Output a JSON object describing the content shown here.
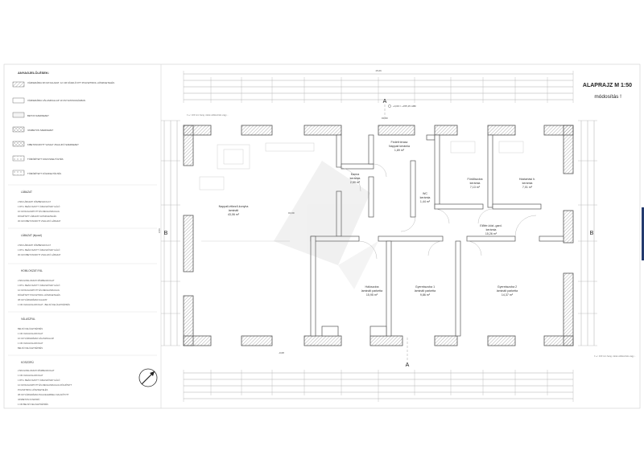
{
  "title_block": {
    "plan_title": "ALAPRAJZ  M 1:50",
    "revision": "módosítás !"
  },
  "legend": {
    "header": "ANYAGJELÖLÉSEK:",
    "items": [
      {
        "label": "VÁZKERÁMIA 38 CM FALAZAT, 12 CM KÁSZLÓ DTT POLISZTIROL HŐSZIGETELÉS"
      },
      {
        "label": "VÁZKERÁMIA VÁLASZFALLAP 10 CM VASTAGSÁGBAN"
      },
      {
        "label": "BETON SZERKEZET"
      },
      {
        "label": "VASBETON SZERKEZET"
      },
      {
        "label": "KIBETONOZOTT VASALT ZSALUKŐ SZERKEZET"
      },
      {
        "label": "TÖMÖRÍTETT KAVICSFELTÖLTÉS"
      },
      {
        "label": "TÖMÖRÍTETT FÖLDFELTÖLTÉS"
      }
    ]
  },
  "layers": [
    {
      "title": "LÁBAZAT",
      "lines": [
        "2 MM LÁBAZATI DÍSZBEVAKOLAT",
        "1 RTG. BEÁGYAZOTT ÜVEGSZÖVET HÁLÓ",
        "10 CM RAGASZTOTT ÉS MECHANIKAILAG",
        "RÖGZÍTETT LÁBAZATI HŐSZIGETELÉS",
        "30 CM KIBETONOZOTT ZSALUKŐ LÁBAZAT"
      ]
    },
    {
      "title": "LÁBAZAT (lépcső)",
      "lines": [
        "2 MM LÁBAZATI DÍSZBEVAKOLAT",
        "1 RTG. BEÁGYAZOTT ÜVEGSZÖVET HÁLÓ",
        "30 CM KIBETONOZOTT ZSALUKŐ LÁBAZAT"
      ]
    },
    {
      "title": "HOMLOKZATI FAL",
      "lines": [
        "2 MM HOMLOKZATI DÍSZBEVAKOLAT",
        "1 RTG. BEÁGYAZOTT ÜVEGSZÖVET HÁLÓ",
        "12 CM RAGASZTOTT ÉS MECHANIKAILAG",
        "RÖGZÍTETT POLISZTIROL HŐSZIGETELÉS",
        "38 CM VÁZKERÁMIA FALAZAT",
        "1 CM OLDALFALVAKOLAT - BELSŐ FELÜLETKÉPZÉS"
      ]
    },
    {
      "title": "VÁLASZFAL",
      "lines": [
        "BELSŐ FELÜLETKÉPZÉS",
        "1 CM OLDALFALVAKOLAT",
        "10 CM VÁZKERÁMIA VÁLASZFALLAP",
        "1 CM OLDALFALVAKOLAT",
        "BELSŐ FELÜLETKÉPZÉS"
      ]
    },
    {
      "title": "KOSZORÚ",
      "lines": [
        "2 MM HOMLOKZATI DÍSZBEVAKOLAT",
        "1 CM OLDALFALVAKOLAT",
        "1 RTG. BEÁGYAZOTT ÜVEGSZÖVET HÁLÓ",
        "12 CM RAGASZTOTT ÉS MECHANIKAILAG RÖGZÍTETT",
        "POLISZTIROL HŐSZIGETELÉS",
        "38 CM VÁZKERÁMIA ZSALUELEMMEL KIALAKÍTOTT",
        "VASBETON KOSZORÚ",
        "1 CM BELSŐ FELÜLETKÉPZÉS"
      ]
    }
  ],
  "rooms": [
    {
      "name": "Nappali-étkező-konyha",
      "finish": "laminált",
      "area": "43,06 m²"
    },
    {
      "name": "Kamra",
      "finish": "kerámia",
      "area": "2,59 m²"
    },
    {
      "name": "Fedett terasz",
      "finish": "Nappali kerámia",
      "area": "1,89 m²"
    },
    {
      "name": "WC",
      "finish": "kerámia",
      "area": "1,44 m²"
    },
    {
      "name": "Fürdőszoba",
      "finish": "kerámia",
      "area": "7,13 m²"
    },
    {
      "name": "Háztartási h.",
      "finish": "kerámia",
      "area": "7,01 m²"
    },
    {
      "name": "Előtér-közl.-gard.",
      "finish": "kerámia",
      "area": "15,26 m²"
    },
    {
      "name": "Hálószoba",
      "finish": "laminált parketta",
      "area": "15,95 m²"
    },
    {
      "name": "Gyerekszoba 1",
      "finish": "laminált parketta",
      "area": "9,86 m²"
    },
    {
      "name": "Gyerekszoba 2",
      "finish": "laminált parketta",
      "area": "14,37 m²"
    }
  ],
  "section_marks": {
    "a": "A",
    "b": "B"
  },
  "levels": {
    "entry": "+0,00 = +155,15 mBF",
    "zero": "±0,00",
    "minus": "-0,08"
  },
  "notes": {
    "top_left": "± +/- 100 mm hang. ütésé előkészítés vagy...",
    "bottom_right": "± +/- 100 mm hang. ütésé előkészítés vagy..."
  },
  "overall_dimensions": {
    "width_total": "15,66",
    "height_total": "9,56"
  }
}
